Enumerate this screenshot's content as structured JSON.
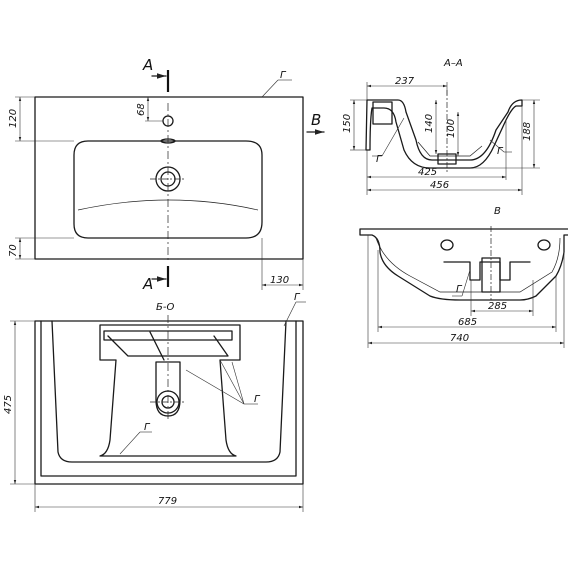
{
  "top_view": {
    "section_letter_top": "A",
    "section_letter_bottom": "A",
    "dims": [
      "120",
      "68",
      "70",
      "130"
    ],
    "glaze_label": "Г"
  },
  "section_view": {
    "title": "А–А",
    "dims": [
      "237",
      "150",
      "140",
      "100",
      "188",
      "425",
      "456"
    ],
    "glaze_label": "Г"
  },
  "arrow_view": {
    "letter": "B",
    "title": "В"
  },
  "side_view": {
    "dims": [
      "285",
      "685",
      "740"
    ],
    "glaze_label": "Г"
  },
  "front_view": {
    "title": "Б-О",
    "dims": [
      "475",
      "779"
    ],
    "glaze_label": "Г"
  }
}
